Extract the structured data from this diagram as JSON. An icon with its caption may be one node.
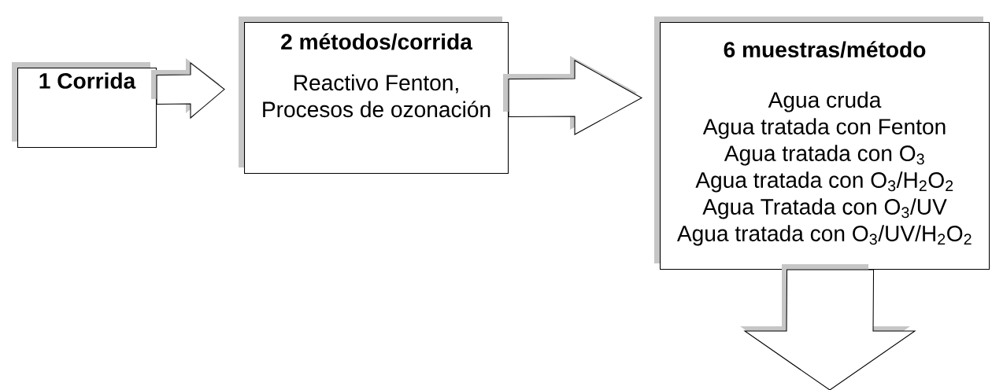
{
  "diagram": {
    "nodes": [
      {
        "text": [
          "1 Corrida"
        ]
      },
      {
        "text": [
          "2 métodos/corrida",
          "Reactivo Fenton, Procesos de ozonación"
        ]
      },
      {
        "text": [
          "6 muestras/método",
          "Agua cruda",
          "Agua tratada con Fenton",
          "Agua tratada con O$_{3}$",
          "Agua tratada con O$_{3}$/H$_{2}$O$_{2}$",
          "Agua Tratada con O$_{3}$/UV",
          "Agua tratada con O$_{3}$/UV/H$_{2}$O$_{2}$"
        ]
      }
    ],
    "edges": [
      {
        "from": 0,
        "to": 1,
        "arrow": "to"
      },
      {
        "from": 1,
        "to": 2,
        "arrow": "to"
      },
      {
        "from": 2,
        "to": null,
        "arrow": "to"
      }
    ]
  }
}
